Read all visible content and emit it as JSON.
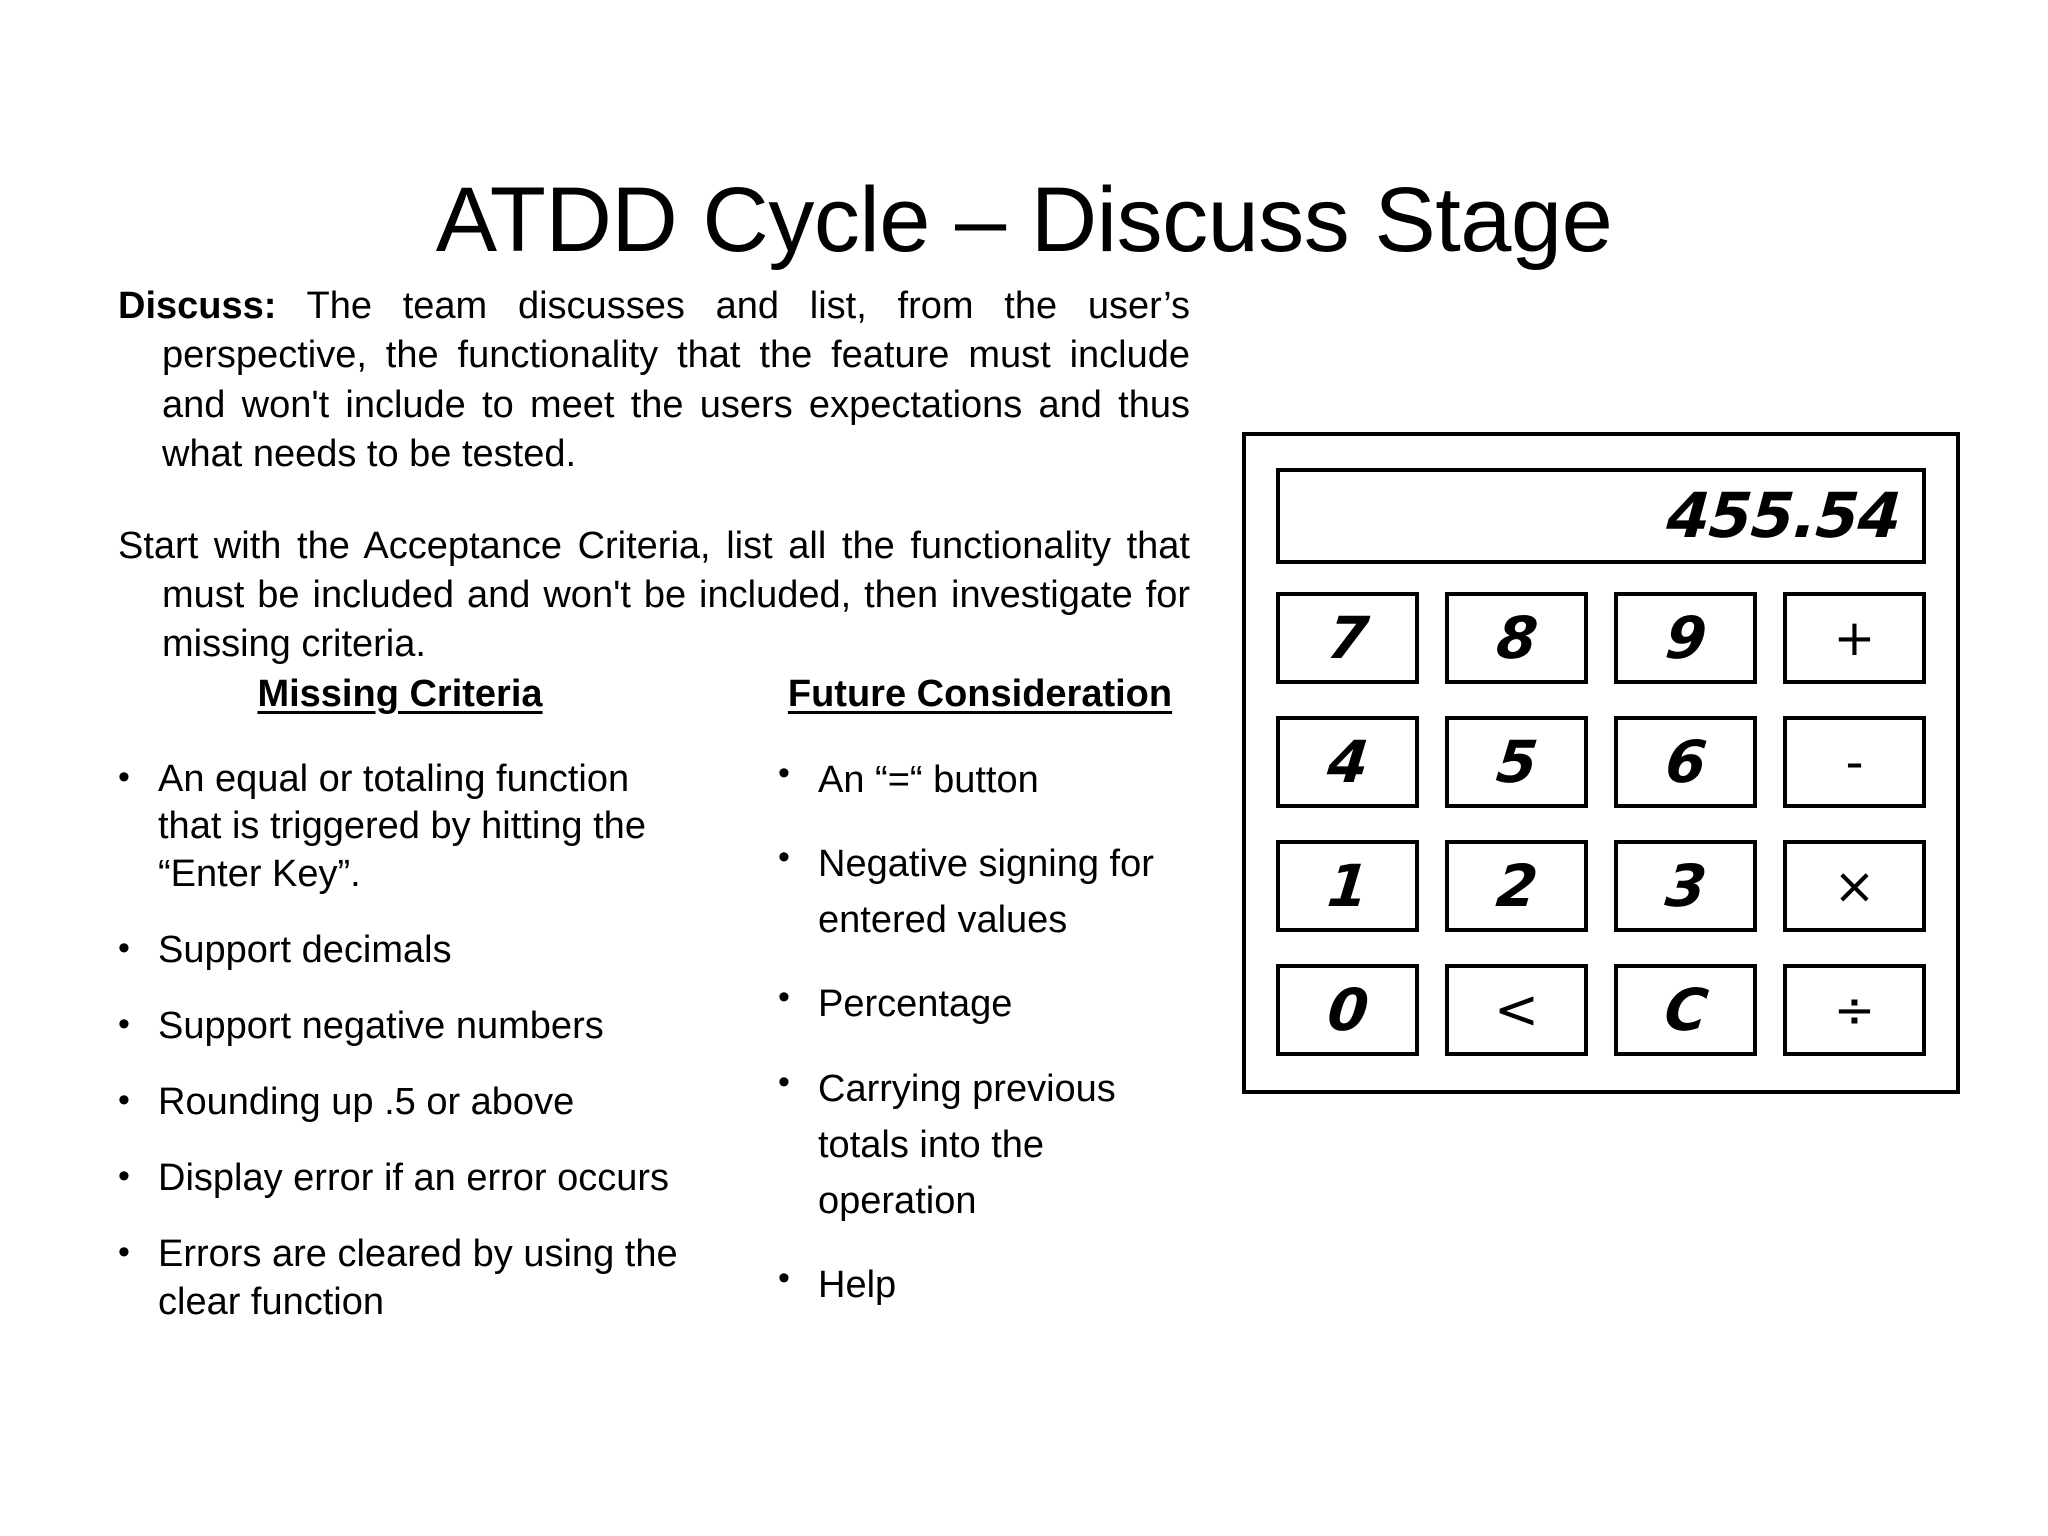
{
  "slide": {
    "title": "ATDD Cycle – Discuss Stage",
    "paragraphs": {
      "p1_lead": "Discuss:",
      "p1_body": " The team discusses and list, from the user’s perspective, the functionality that the feature must include and won't include to meet the users expectations and thus what needs to be tested.",
      "p2": "Start with the Acceptance Criteria, list all the functionality that must be included and won't be included, then  investigate for missing criteria."
    },
    "columns": {
      "left": {
        "heading": "Missing Criteria",
        "items": [
          "An equal or totaling function that is triggered by hitting the “Enter Key”.",
          "Support decimals",
          "Support negative numbers",
          "Rounding up .5 or above",
          "Display error if an error occurs",
          "Errors are cleared by using the clear function"
        ]
      },
      "right": {
        "heading": "Future Consideration",
        "items": [
          "An “=“ button",
          "Negative signing for entered values",
          "Percentage",
          "Carrying previous totals into the operation",
          "Help"
        ]
      }
    }
  },
  "calculator": {
    "display_value": "455.54",
    "keys": [
      {
        "label": "7",
        "kind": "digit",
        "name": "calc-key-7"
      },
      {
        "label": "8",
        "kind": "digit",
        "name": "calc-key-8"
      },
      {
        "label": "9",
        "kind": "digit",
        "name": "calc-key-9"
      },
      {
        "label": "+",
        "kind": "op",
        "name": "calc-key-plus"
      },
      {
        "label": "4",
        "kind": "digit",
        "name": "calc-key-4"
      },
      {
        "label": "5",
        "kind": "digit",
        "name": "calc-key-5"
      },
      {
        "label": "6",
        "kind": "digit",
        "name": "calc-key-6"
      },
      {
        "label": "-",
        "kind": "op",
        "name": "calc-key-minus"
      },
      {
        "label": "1",
        "kind": "digit",
        "name": "calc-key-1"
      },
      {
        "label": "2",
        "kind": "digit",
        "name": "calc-key-2"
      },
      {
        "label": "3",
        "kind": "digit",
        "name": "calc-key-3"
      },
      {
        "label": "×",
        "kind": "op",
        "name": "calc-key-multiply"
      },
      {
        "label": "0",
        "kind": "digit",
        "name": "calc-key-0"
      },
      {
        "label": "<",
        "kind": "back",
        "name": "calc-key-backspace"
      },
      {
        "label": "C",
        "kind": "clear",
        "name": "calc-key-clear"
      },
      {
        "label": "÷",
        "kind": "op",
        "name": "calc-key-divide"
      }
    ]
  },
  "colors": {
    "background": "#ffffff",
    "text": "#000000",
    "outline": "#000000"
  }
}
